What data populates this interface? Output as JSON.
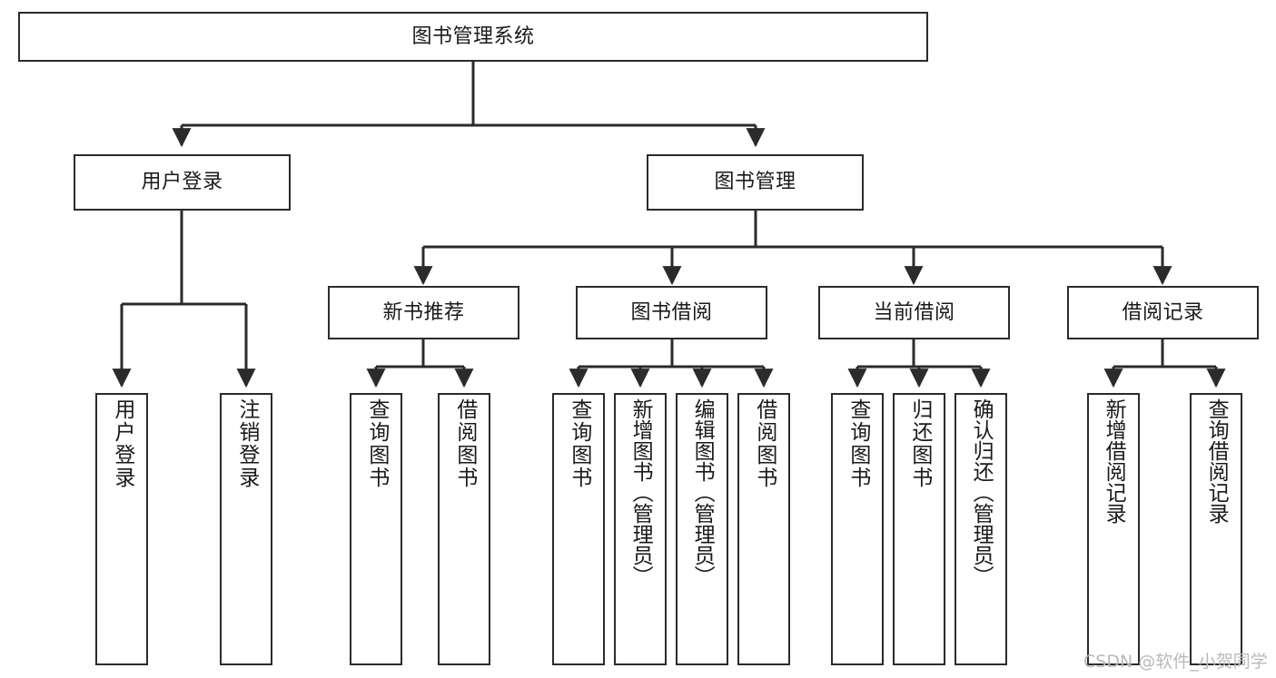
{
  "diagram": {
    "title": "图书管理系统",
    "type": "hierarchy-tree",
    "watermark": "CSDN @软件_小贺同学",
    "colors": {
      "box_border": "#2b2b2b",
      "box_fill": "#ffffff",
      "connector": "#2b2b2b",
      "text": "#1a1a1a",
      "watermark": "#b9b9b9",
      "background": "#ffffff"
    },
    "root": {
      "id": "root",
      "label": "图书管理系统"
    },
    "level2": [
      {
        "id": "user-login",
        "label": "用户登录"
      },
      {
        "id": "book-manage",
        "label": "图书管理"
      }
    ],
    "level3": [
      {
        "id": "new-book-recommend",
        "label": "新书推荐",
        "parent": "book-manage"
      },
      {
        "id": "book-borrow",
        "label": "图书借阅",
        "parent": "book-manage"
      },
      {
        "id": "current-borrow",
        "label": "当前借阅",
        "parent": "book-manage"
      },
      {
        "id": "borrow-record",
        "label": "借阅记录",
        "parent": "book-manage"
      }
    ],
    "leaves": {
      "user-login": [
        {
          "id": "leaf-user-login",
          "label": "用户登录"
        },
        {
          "id": "leaf-logout-login",
          "label": "注销登录"
        }
      ],
      "new-book-recommend": [
        {
          "id": "leaf-query-book-1",
          "label": "查询图书"
        },
        {
          "id": "leaf-borrow-book-1",
          "label": "借阅图书"
        }
      ],
      "book-borrow": [
        {
          "id": "leaf-query-book-2",
          "label": "查询图书"
        },
        {
          "id": "leaf-add-book-admin",
          "label": "新增图书（管理员）"
        },
        {
          "id": "leaf-edit-book-admin",
          "label": "编辑图书（管理员）"
        },
        {
          "id": "leaf-borrow-book-2",
          "label": "借阅图书"
        }
      ],
      "current-borrow": [
        {
          "id": "leaf-query-book-3",
          "label": "查询图书"
        },
        {
          "id": "leaf-return-book",
          "label": "归还图书"
        },
        {
          "id": "leaf-confirm-return-admin",
          "label": "确认归还（管理员）"
        }
      ],
      "borrow-record": [
        {
          "id": "leaf-add-borrow-record",
          "label": "新增借阅记录"
        },
        {
          "id": "leaf-query-borrow-record",
          "label": "查询借阅记录"
        }
      ]
    }
  }
}
